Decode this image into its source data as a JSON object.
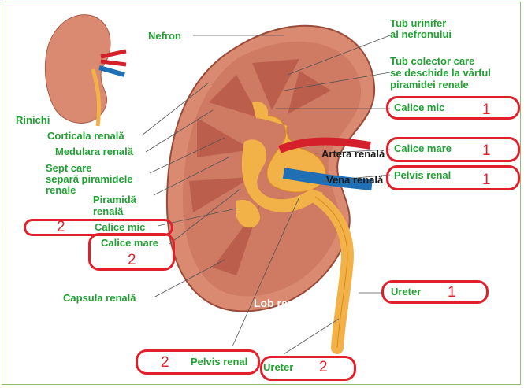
{
  "labels": {
    "nefron": "Nefron",
    "tub_urinifer": "Tub urinifer",
    "al_nefronului": "al nefronului",
    "tub_colector_1": "Tub colector care",
    "tub_colector_2": "se deschide la vârful",
    "tub_colector_3": "piramidei renale",
    "rinichi": "Rinichi",
    "corticala": "Corticala renală",
    "medulara": "Medulara renală",
    "sept_1": "Sept care",
    "sept_2": "separă piramidele",
    "sept_3": "renale",
    "piramida_1": "Piramidă",
    "piramida_2": "renală",
    "capsula": "Capsula renală",
    "artera": "Artera renală",
    "vena": "Vena renală",
    "lob": "Lob renal"
  },
  "boxes": {
    "calice_mic_right": {
      "label": "Calice mic",
      "number": "1"
    },
    "calice_mare_right": {
      "label": "Calice mare",
      "number": "1"
    },
    "pelvis_right": {
      "label": "Pelvis renal",
      "number": "1"
    },
    "calice_mic_left": {
      "label": "Calice mic",
      "number": "2"
    },
    "calice_mare_left": {
      "label": "Calice mare",
      "number": "2"
    },
    "ureter_right": {
      "label": "Ureter",
      "number": "1"
    },
    "pelvis_bottom": {
      "label": "Pelvis renal",
      "number": "2"
    },
    "ureter_bottom": {
      "label": "Ureter",
      "number": "2"
    }
  },
  "colors": {
    "label_green": "#22a034",
    "box_red": "#e0202a",
    "cortex": "#d98a70",
    "medulla": "#c86a58",
    "pelvis": "#f2b247",
    "artery": "#d4202a",
    "vein": "#1f6fb5"
  }
}
